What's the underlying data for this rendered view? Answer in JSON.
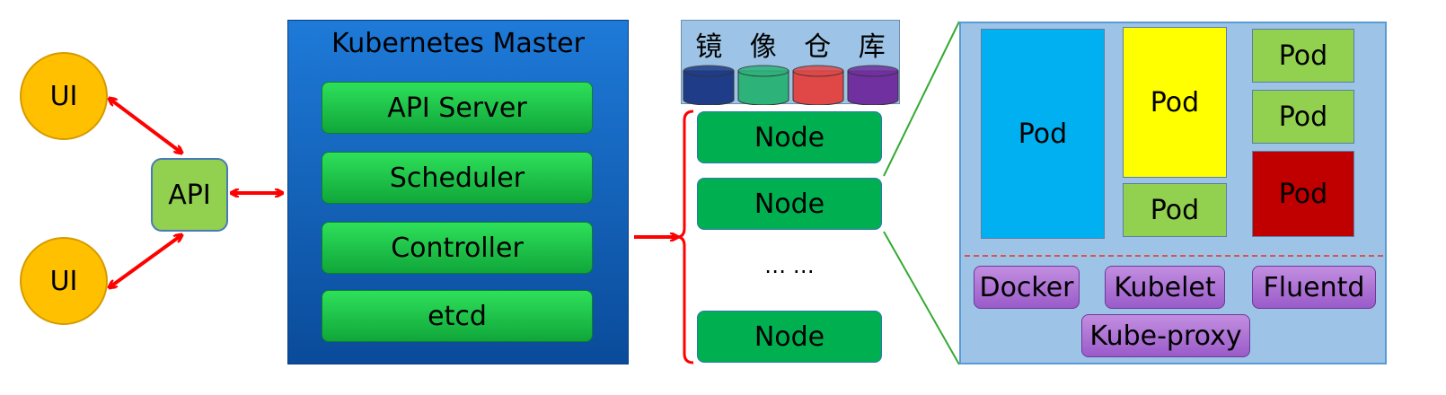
{
  "clients": {
    "ui_top": "UI",
    "ui_bottom": "UI"
  },
  "api": {
    "label": "API"
  },
  "master": {
    "title": "Kubernetes Master",
    "components": [
      "API Server",
      "Scheduler",
      "Controller",
      "etcd"
    ]
  },
  "registry": {
    "label": [
      "镜",
      "像",
      "仓",
      "库"
    ],
    "cylinder_colors": [
      "#1f3c88",
      "#2db37a",
      "#e04848",
      "#7030a0"
    ]
  },
  "nodes": {
    "items": [
      "Node",
      "Node",
      "Node"
    ],
    "ellipsis": "… …"
  },
  "node_detail": {
    "pods": [
      "Pod",
      "Pod",
      "Pod",
      "Pod",
      "Pod",
      "Pod"
    ],
    "pod_colors": [
      "#00b0f0",
      "#ffff00",
      "#92d050",
      "#92d050",
      "#92d050",
      "#c00000"
    ],
    "components": [
      "Docker",
      "Kubelet",
      "Fluentd",
      "Kube-proxy"
    ]
  },
  "colors": {
    "arrow": "#ff0000",
    "zoom_line": "#33aa33",
    "divider": "#d9534f"
  }
}
